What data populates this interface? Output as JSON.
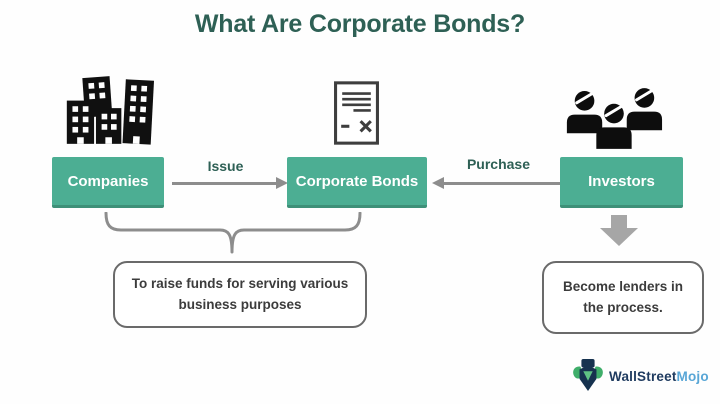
{
  "title": "What Are Corporate Bonds?",
  "nodes": {
    "companies": "Companies",
    "corporate_bonds": "Corporate Bonds",
    "investors": "Investors"
  },
  "arrows": {
    "issue": "Issue",
    "purchase": "Purchase"
  },
  "callouts": {
    "raise_funds_lines": [
      "To raise funds for serving various",
      "business purposes"
    ],
    "become_lenders_lines": [
      "Become lenders in",
      "the process."
    ]
  },
  "logo": {
    "wallstreet": "WallStreet",
    "mojo": "Mojo"
  },
  "icons": {
    "companies": "buildings-icon",
    "corporate_bonds": "bond-document-icon",
    "investors": "investors-group-icon",
    "issue_arrowhead": "right-arrowhead-icon",
    "purchase_arrowhead": "left-arrowhead-icon",
    "grouping": "curly-brace-icon",
    "result": "down-block-arrow-icon",
    "brand": "mojo-mascot-icon"
  },
  "colors": {
    "accent": "#4cae93",
    "accentDark": "#3e9078",
    "titleText": "#2e6055",
    "flowLabel": "#2e6055",
    "arrowGray": "#8d8d8d",
    "blockArrow": "#a6a6a6",
    "calloutBorder": "#6a6a6a",
    "calloutText": "#3c3c3c",
    "logoNavy": "#1e3a5f",
    "logoBlue": "#58a6d6"
  }
}
